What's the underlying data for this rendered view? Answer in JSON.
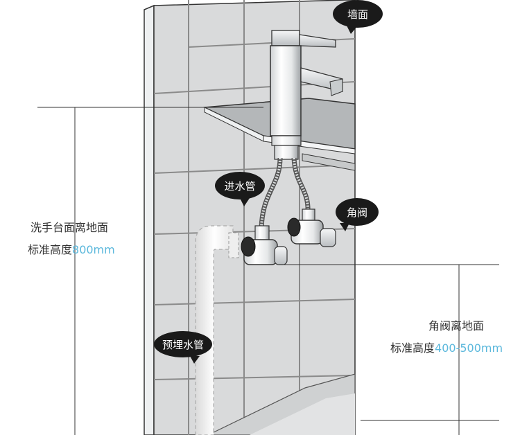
{
  "callouts": {
    "wall": "墙面",
    "inlet_pipe": "进水管",
    "angle_valve": "角阀",
    "embedded_pipe": "预埋水管"
  },
  "dimensions": {
    "basin": {
      "line1": "洗手台面离地面",
      "line2_prefix": "标准高度",
      "line2_value": "800mm"
    },
    "valve": {
      "line1": "角阀离地面",
      "line2_prefix": "标准高度",
      "line2_value": "400-500mm"
    }
  },
  "colors": {
    "highlight": "#5bb8dc",
    "tile": "#d9dadb",
    "grout": "#8a8a8a",
    "bubble": "#1a1a1a"
  }
}
